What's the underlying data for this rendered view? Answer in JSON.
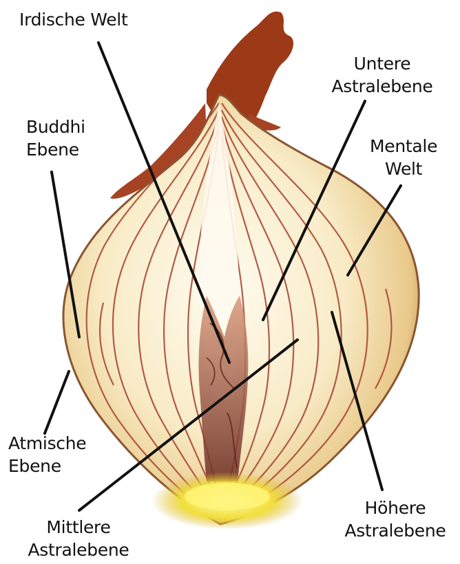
{
  "labels": {
    "irdische_welt": "Irdische Welt",
    "untere_astralebene": [
      "Untere",
      "Astralebene"
    ],
    "buddhi_ebene": [
      "Buddhi",
      "Ebene"
    ],
    "mentale_welt": [
      "Mentale",
      "Welt"
    ],
    "atmische_ebene": [
      "Atmische",
      "Ebene"
    ],
    "mittlere_astralebene": [
      "Mittlere",
      "Astralebene"
    ],
    "hoehere_astralebene": [
      "Höhere",
      "Astralebene"
    ]
  },
  "colors": {
    "outer_skin": "#a9643a",
    "flesh_light": "#fbf4df",
    "flesh_mid": "#f0d9a6",
    "ring_line": "#a6412e",
    "dry_top": "#9c3a18",
    "core": "#7a3328",
    "base": "#f4e24a",
    "leader_line": "#111111"
  }
}
